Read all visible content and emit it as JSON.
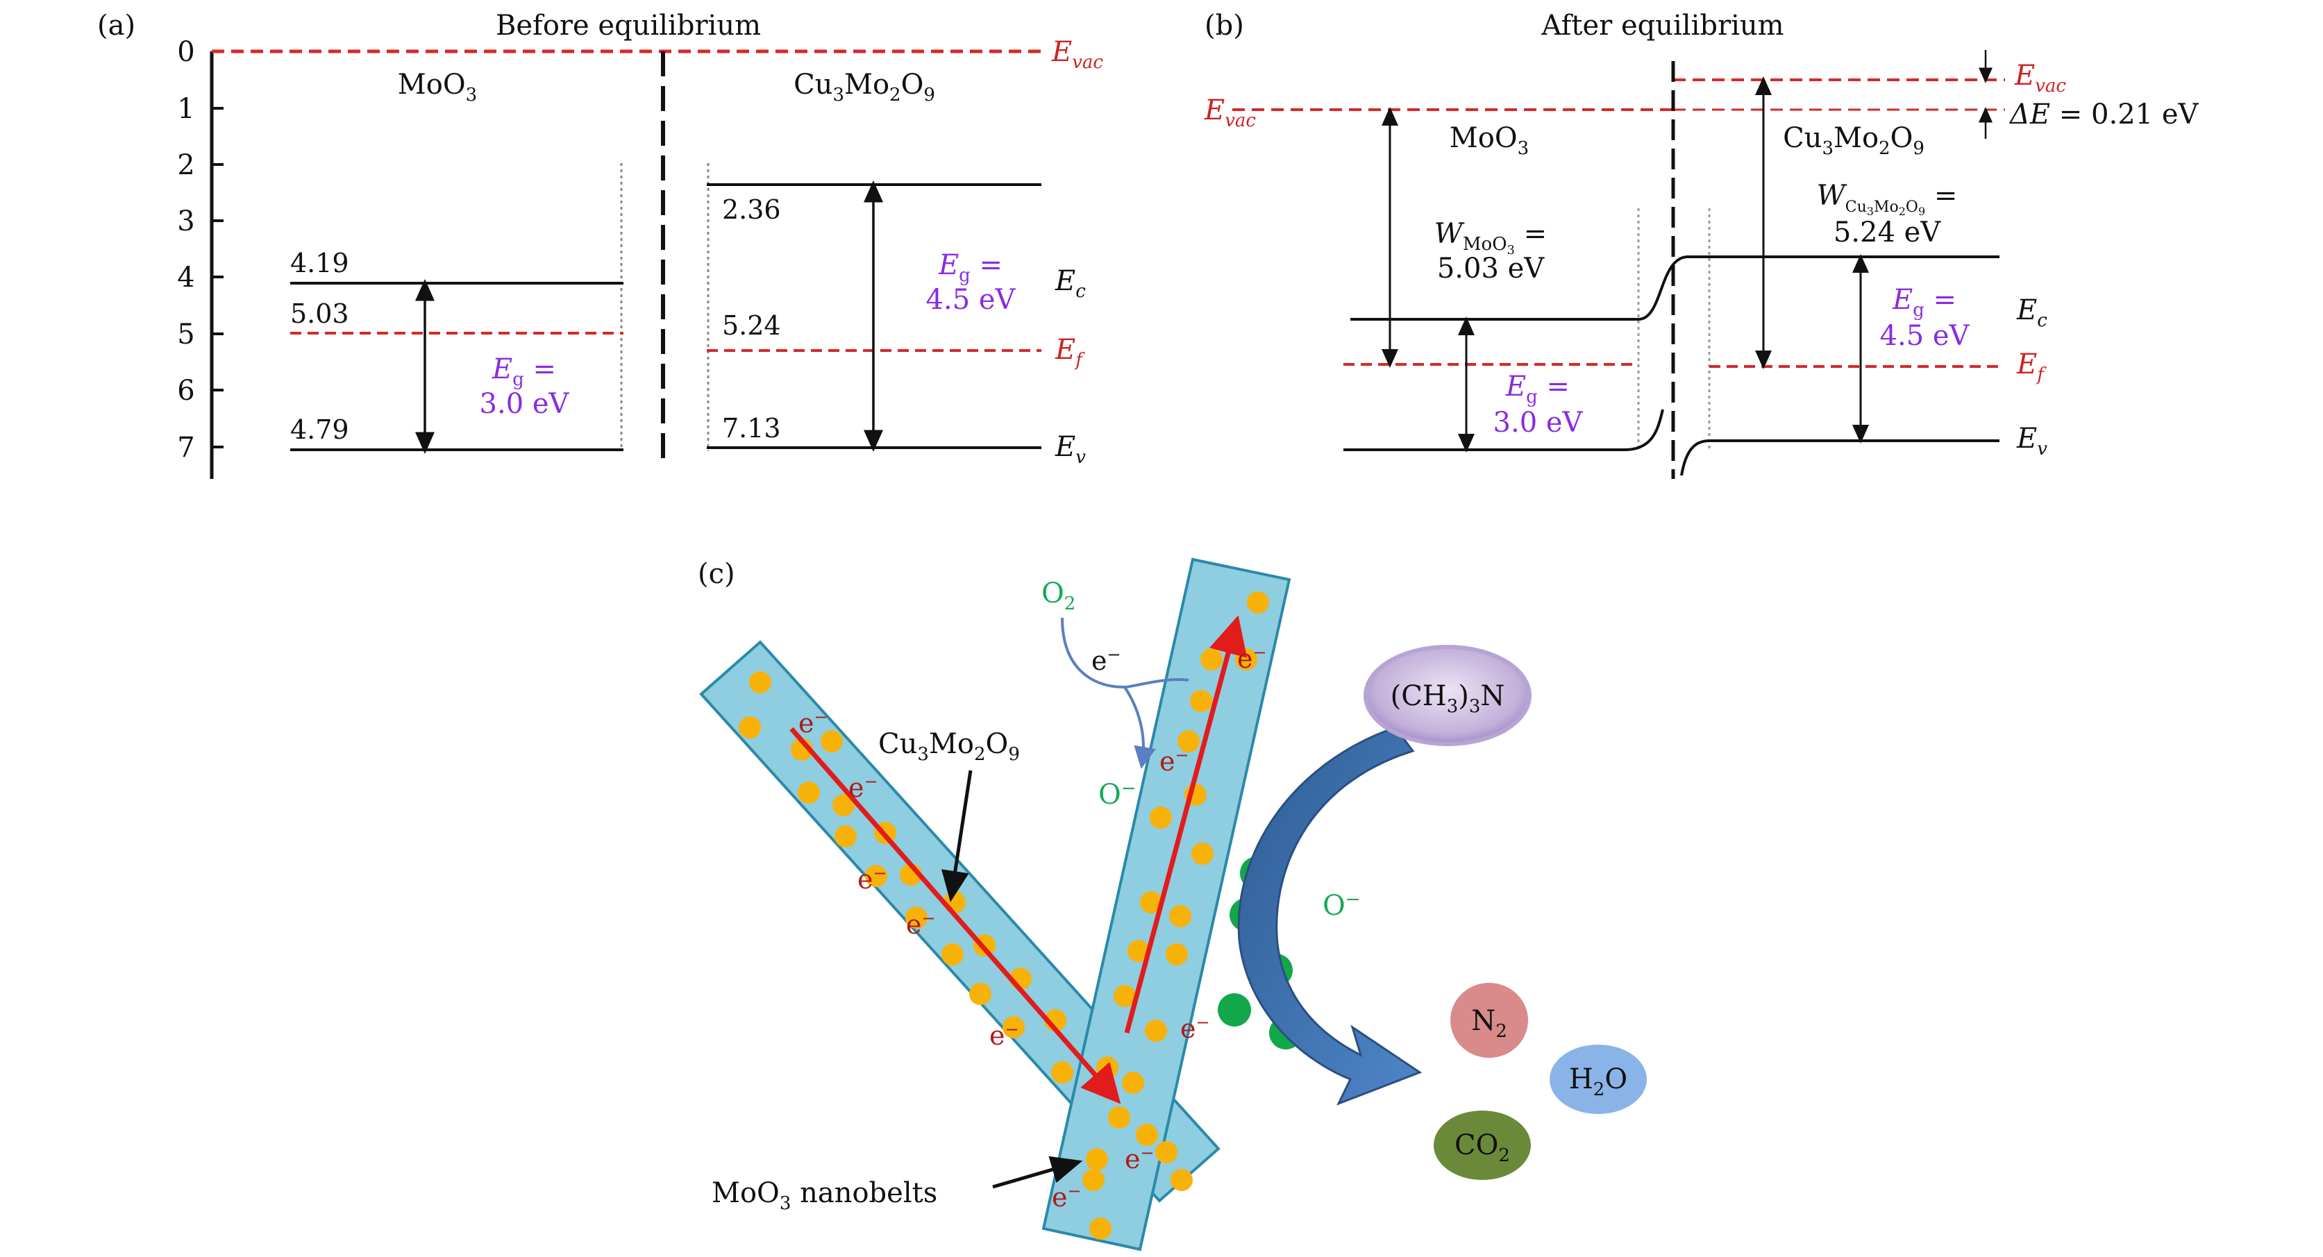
{
  "panel_a": {
    "tag": "(a)",
    "title": "Before equilibrium",
    "axis_ticks": [
      "0",
      "1",
      "2",
      "3",
      "4",
      "5",
      "6",
      "7"
    ],
    "moo3": {
      "name": "MoO",
      "sub": "3",
      "ec": "4.19",
      "ef": "5.03",
      "ev": "4.79",
      "eg_sym": "E",
      "eg_sub": "g",
      "eg_eq": " =",
      "eg_val": "3.0 eV"
    },
    "cu": {
      "name_parts": [
        "Cu",
        "3",
        "Mo",
        "2",
        "O",
        "9"
      ],
      "ec": "2.36",
      "ef": "5.24",
      "ev": "7.13",
      "eg_sym": "E",
      "eg_sub": "g",
      "eg_eq": " =",
      "eg_val": "4.5 eV"
    },
    "levels": {
      "evac": {
        "sym": "E",
        "sub": "vac"
      },
      "ec": {
        "sym": "E",
        "sub": "c"
      },
      "ef": {
        "sym": "E",
        "sub": "f"
      },
      "ev": {
        "sym": "E",
        "sub": "v"
      }
    }
  },
  "panel_b": {
    "tag": "(b)",
    "title": "After equilibrium",
    "evac_left": {
      "sym": "E",
      "sub": "vac"
    },
    "evac_right": {
      "sym": "E",
      "sub": "vac"
    },
    "delta_e": {
      "sym": "ΔE",
      "eq": " = 0.21 eV"
    },
    "moo3_name": "MoO",
    "moo3_sub": "3",
    "cu_name_parts": [
      "Cu",
      "3",
      "Mo",
      "2",
      "O",
      "9"
    ],
    "w_moo3": {
      "sym": "W",
      "sub": "MoO",
      "subsub": "3",
      "eq": " =",
      "val": "5.03 eV"
    },
    "w_cu": {
      "sym": "W",
      "sub_parts": [
        "Cu",
        "3",
        "Mo",
        "2",
        "O",
        "9"
      ],
      "eq": " =",
      "val": "5.24 eV"
    },
    "eg_left": {
      "sym": "E",
      "sub": "g",
      "eq": " =",
      "val": "3.0 eV"
    },
    "eg_right": {
      "sym": "E",
      "sub": "g",
      "eq": " =",
      "val": "4.5 eV"
    },
    "ec": {
      "sym": "E",
      "sub": "c"
    },
    "ef": {
      "sym": "E",
      "sub": "f"
    },
    "ev": {
      "sym": "E",
      "sub": "v"
    }
  },
  "panel_c": {
    "tag": "(c)",
    "o2": {
      "base": "O",
      "sub": "2"
    },
    "electron": "e",
    "electron_sup": "−",
    "o_minus": {
      "base": "O",
      "sup": "−"
    },
    "cu_label_parts": [
      "Cu",
      "3",
      "Mo",
      "2",
      "O",
      "9"
    ],
    "moo3_label": {
      "base": "MoO",
      "sub": "3",
      "rest": " nanobelts"
    },
    "tma": {
      "parts": [
        "(CH",
        "3",
        ")",
        "3",
        "N"
      ]
    },
    "n2": {
      "base": "N",
      "sub": "2"
    },
    "h2o": {
      "base": "H",
      "sub": "2",
      "rest": "O"
    },
    "co2": {
      "base": "CO",
      "sub": "2"
    }
  },
  "colors": {
    "vacuum_dashed": "#d42a2a",
    "bandgap_text": "#8a2be2",
    "belt_fill": "#8fcde0",
    "belt_stroke": "#2a8aa8",
    "dot": "#f7b20a",
    "electron_arrow": "#e21b1b",
    "oxygen_ion": "#12a84a",
    "big_arrow": "#3a6aa8",
    "tma_fill": "#c8b8dc",
    "n2_fill": "#d98a8a",
    "h2o_fill": "#8ab4e8",
    "co2_fill": "#6a8a3a"
  }
}
